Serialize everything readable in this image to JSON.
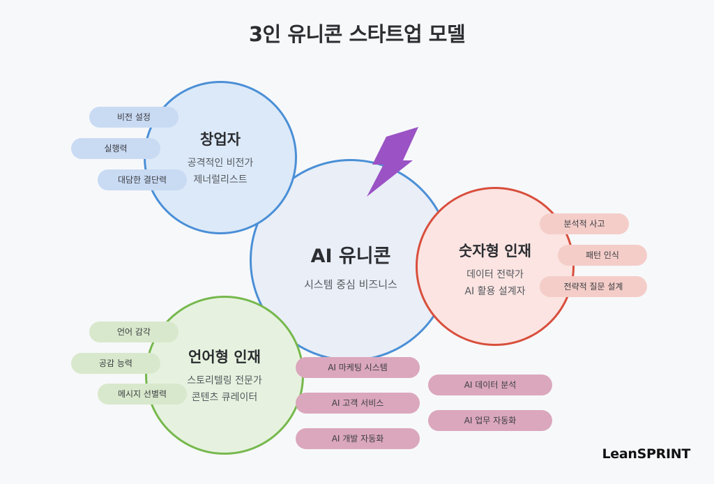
{
  "title": "3인 유니콘 스타트업 모델",
  "center": {
    "title": "AI 유니콘",
    "subtitle": "시스템 중심 비즈니스"
  },
  "founder": {
    "title": "창업자",
    "lines": [
      "공격적인 비전가",
      "제너럴리스트"
    ],
    "traits": [
      "비전 설정",
      "실행력",
      "대담한 결단력"
    ]
  },
  "number_talent": {
    "title": "숫자형 인재",
    "lines": [
      "데이터 전략가",
      "AI 활용 설계자"
    ],
    "traits": [
      "분석적 사고",
      "패턴 인식",
      "전략적 질문 설계"
    ]
  },
  "language_talent": {
    "title": "언어형 인재",
    "lines": [
      "스토리텔링 전문가",
      "콘텐츠 큐레이터"
    ],
    "traits": [
      "언어 감각",
      "공감 능력",
      "메시지 선별력"
    ]
  },
  "ai_systems_left": [
    "AI 마케팅 시스템",
    "AI 고객 서비스",
    "AI 개발 자동화"
  ],
  "ai_systems_right": [
    "AI 데이터 분석",
    "AI 업무 자동화"
  ],
  "brand": "LeanSPRINT",
  "colors": {
    "blue": "#4a8fd6",
    "red": "#d84e3c",
    "green": "#76b84d",
    "purple": "#9a52c4"
  },
  "icons": {
    "bolt": "lightning-bolt-icon"
  }
}
